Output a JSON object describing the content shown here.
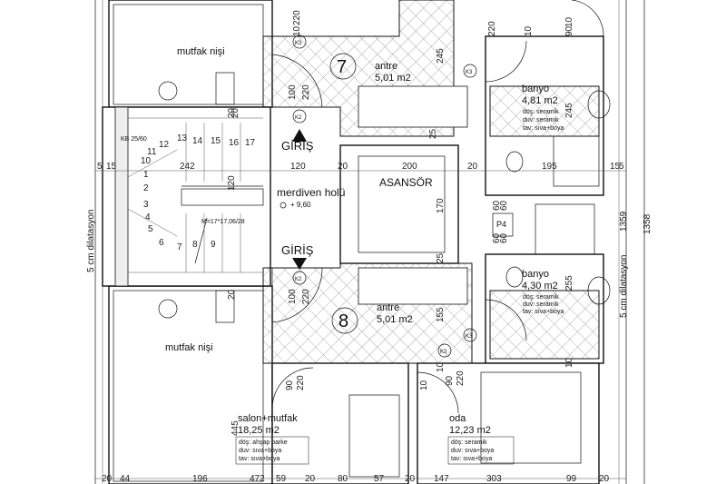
{
  "rooms": {
    "mutfak_top": "mutfak nişi",
    "mutfak_bottom": "mutfak nişi",
    "antre7_name": "antre",
    "antre7_area": "5,01 m2",
    "unit7": "7",
    "antre8_name": "antre",
    "antre8_area": "5,01 m2",
    "unit8": "8",
    "banyo_top_name": "banyo",
    "banyo_top_area": "4,81 m2",
    "banyo_top_finish": [
      "döş: seramik",
      "duv: seramik",
      "tav: sıva+boya"
    ],
    "banyo_bot_name": "banyo",
    "banyo_bot_area": "4,30 m2",
    "banyo_bot_finish": [
      "döş: seramik",
      "duv: seramik",
      "tav: sıva+boya"
    ],
    "salon_name": "salon+mutfak",
    "salon_area": "18,25 m2",
    "salon_finish": [
      "döş: ahşap parke",
      "duv: sıva+boya",
      "tav: sıva+boya"
    ],
    "oda_name": "oda",
    "oda_area": "12,23 m2",
    "oda_finish": [
      "döş: seramik",
      "duv: sıva+boya",
      "tav: sıva+boya"
    ],
    "merdiven": "merdiven holü",
    "level": "+ 9,60",
    "asansor": "ASANSÖR",
    "giris_top": "GİRİŞ",
    "giris_bot": "GİRİŞ",
    "kb": "KB 25/60",
    "stair_note": "M=17*17,06/28",
    "shaft": "P4"
  },
  "door_tags": {
    "k3a": "K3",
    "k2a": "K2",
    "k2b": "K2",
    "k3b": "K3",
    "k3c": "K3",
    "k3d": "K3"
  },
  "side_labels": {
    "left": "5 cm dilatasyon",
    "right": "5 cm dilatasyon",
    "right_dim": "1359",
    "far_right": "1358"
  },
  "dims": {
    "row_mid": [
      "5",
      "15",
      "242",
      "120",
      "20",
      "200",
      "20",
      "195",
      "15",
      "5"
    ],
    "row_bottom": [
      "20",
      "44",
      "196",
      "472",
      "59",
      "20",
      "80",
      "57",
      "20",
      "147",
      "303",
      "99",
      "20"
    ],
    "v_top": [
      "220",
      "10",
      "245",
      "10",
      "90",
      "220",
      "10",
      "245",
      "20",
      "100",
      "220",
      "20",
      "25"
    ],
    "v_mid": [
      "170",
      "120",
      "25",
      "60",
      "60",
      "60",
      "60"
    ],
    "v_bot": [
      "100",
      "220",
      "155",
      "90",
      "220",
      "10",
      "255",
      "20",
      "90",
      "220",
      "445",
      "10",
      "10"
    ],
    "stair_nums": [
      "17",
      "16",
      "15",
      "14",
      "13",
      "12",
      "11",
      "10",
      "1",
      "2",
      "3",
      "4",
      "5",
      "6",
      "7",
      "8",
      "9"
    ]
  }
}
